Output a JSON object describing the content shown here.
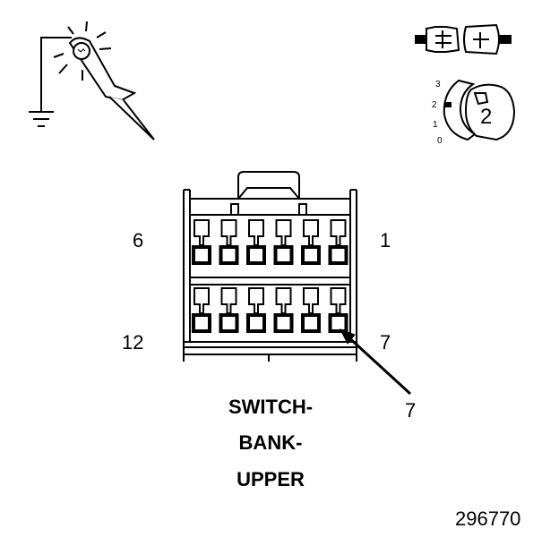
{
  "labels": {
    "pin_top_left": "6",
    "pin_top_right": "1",
    "pin_bottom_left": "12",
    "pin_bottom_right": "7",
    "callout": "7",
    "title_lines": [
      "SWITCH-",
      "BANK-",
      "UPPER"
    ],
    "figure_id": "296770"
  },
  "key_icon": {
    "positions": [
      "3",
      "2",
      "1",
      "0"
    ],
    "selected": "2"
  },
  "connector": {
    "rows": 2,
    "cavities_per_row": 6,
    "highlighted_cavity": "7"
  }
}
